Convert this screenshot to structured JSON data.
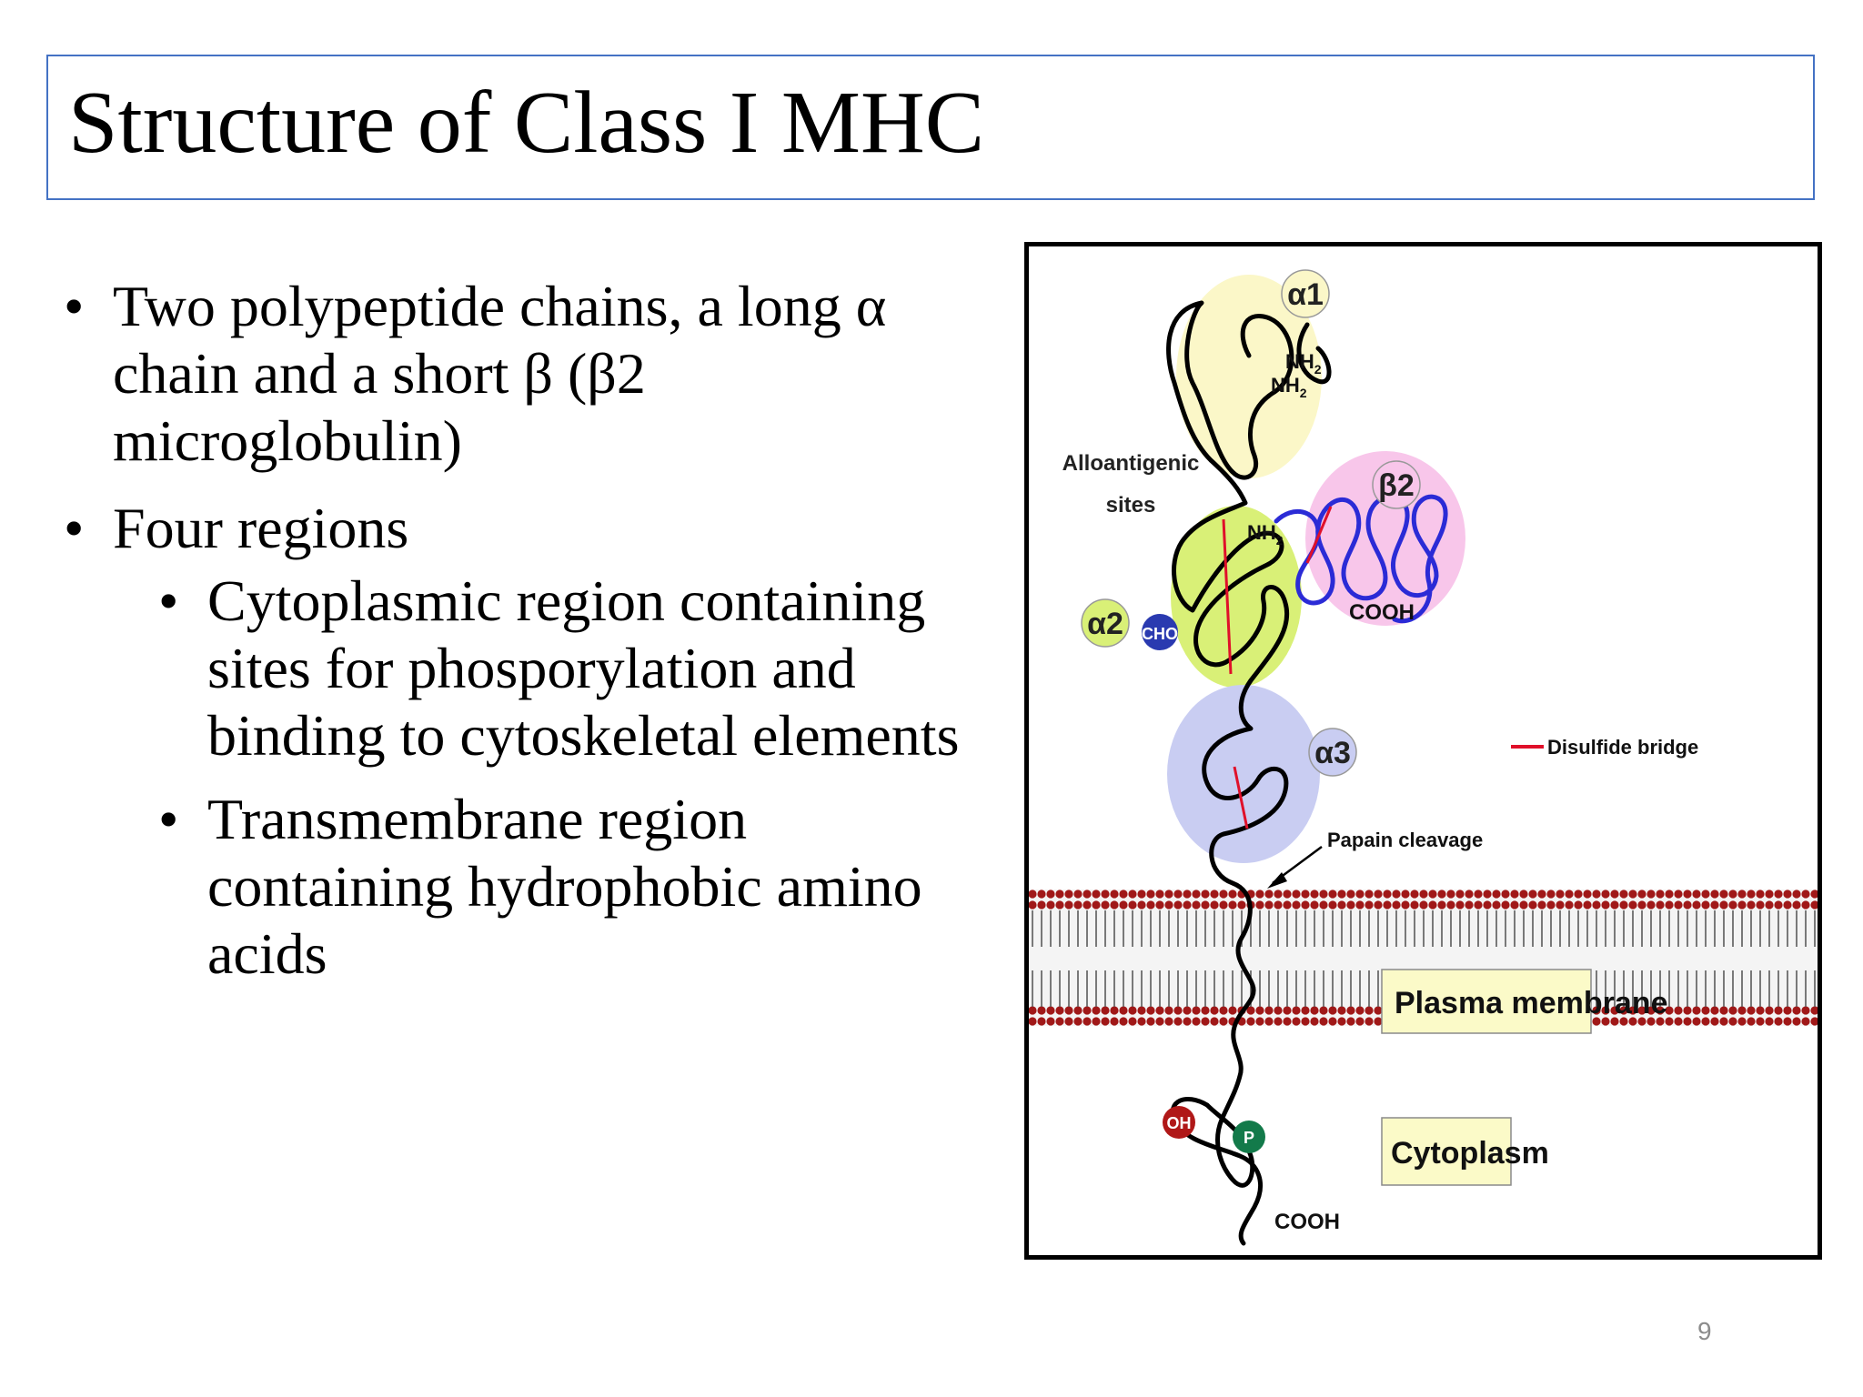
{
  "slide": {
    "title": "Structure of Class I MHC",
    "page_number": "9",
    "bullets": [
      "Two polypeptide chains, a long α chain and a short β (β2 microglobulin)",
      "Four regions"
    ],
    "sub_bullets": [
      "Cytoplasmic region containing sites for phosporylation and binding to cytoskeletal elements",
      "Transmembrane region containing hydrophobic amino acids"
    ]
  },
  "diagram": {
    "labels": {
      "alpha1": "α1",
      "alpha2": "α2",
      "alpha3": "α3",
      "beta2": "β2",
      "nh2_a": "NH",
      "nh2_b": "NH",
      "nh2_c": "NH",
      "subscript_2": "2",
      "alloantigenic_1": "Alloantigenic",
      "alloantigenic_2": "sites",
      "cho": "CHO",
      "cooh_beta": "COOH",
      "cooh_tail": "COOH",
      "disulfide": "Disulfide bridge",
      "papain": "Papain cleavage",
      "plasma_membrane": "Plasma membrane",
      "cytoplasm": "Cytoplasm",
      "oh": "OH",
      "p": "P"
    },
    "colors": {
      "alpha1_domain": "#fbf7c8",
      "alpha2_domain": "#d9f077",
      "alpha3_domain": "#c9cdf2",
      "beta2_domain": "#f8c6ea",
      "beta2_chain": "#2b2bd6",
      "disulfide": "#e0102a",
      "lipid_head": "#a01818",
      "cho_badge": "#2a3ab0",
      "oh_badge": "#b01818",
      "p_badge": "#137a4a",
      "label_box": "#fbfac8"
    }
  }
}
